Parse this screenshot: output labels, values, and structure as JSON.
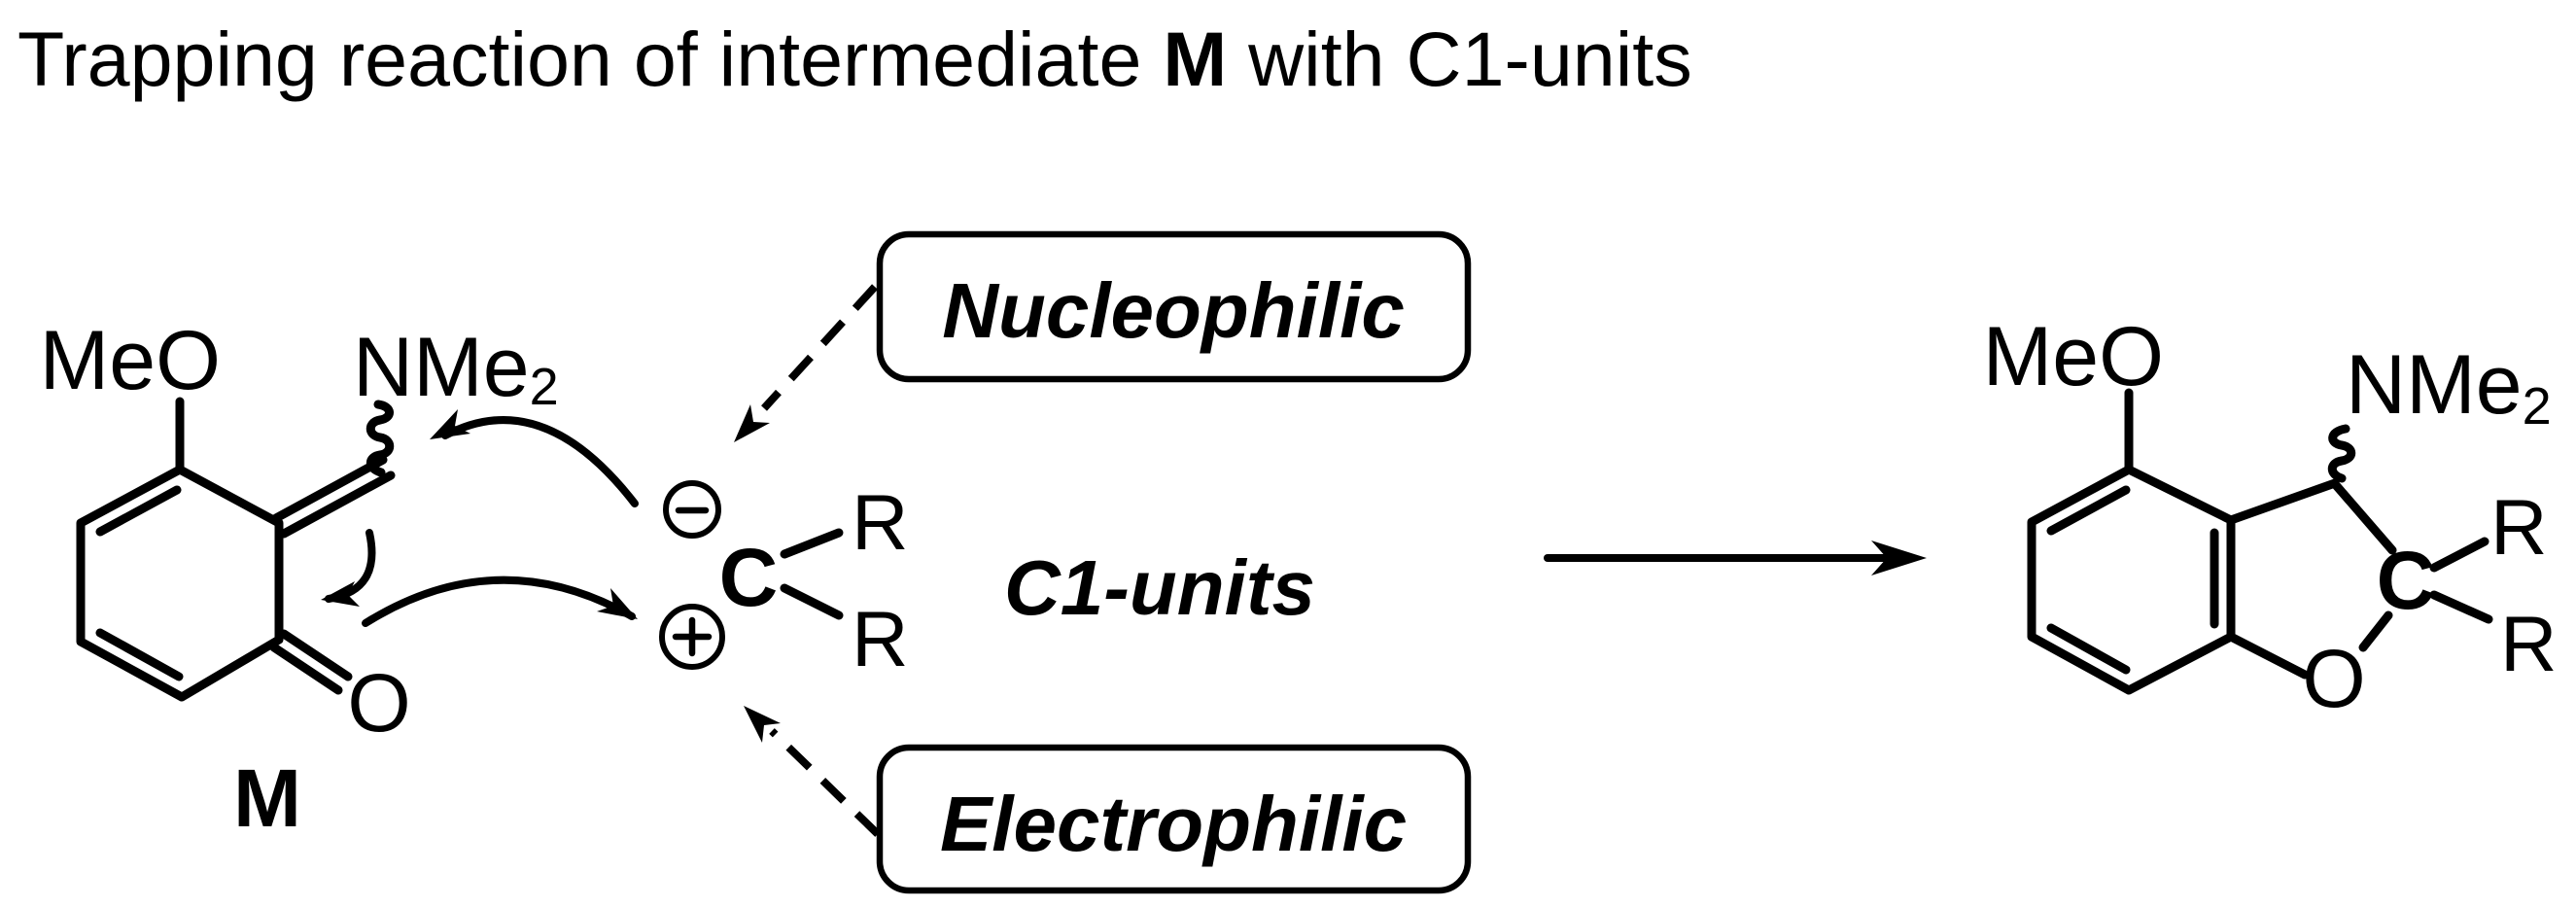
{
  "title": {
    "prefix": "Trapping reaction of intermediate ",
    "emphasis": "M",
    "suffix": " with C1-units"
  },
  "reactant": {
    "methoxy": "MeO",
    "amine": "NMe",
    "amine_subscript": "2",
    "carbonyl_oxygen": "O",
    "label": "M"
  },
  "c1_units": {
    "caption": "C1-units",
    "central_carbon": "C",
    "substituent_top": "R",
    "substituent_bottom": "R",
    "icons": {
      "minus_charge": "⊖",
      "plus_charge": "⊕"
    }
  },
  "callouts": {
    "nucleophilic": "Nucleophilic",
    "electrophilic": "Electrophilic"
  },
  "product": {
    "methoxy": "MeO",
    "amine": "NMe",
    "amine_subscript": "2",
    "quaternary_carbon": "C",
    "ring_oxygen": "O",
    "substituent_top": "R",
    "substituent_bottom": "R"
  },
  "colors": {
    "ink": "#000000",
    "background": "#ffffff"
  }
}
